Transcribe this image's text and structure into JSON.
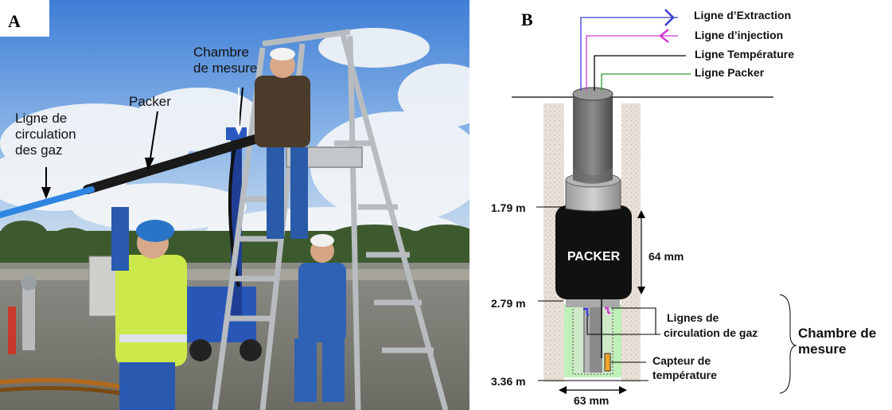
{
  "panel_a": {
    "letter": "A",
    "labels": {
      "chamber_line1": "Chambre",
      "chamber_line2": "de mesure",
      "packer": "Packer",
      "gas_line1": "Ligne de",
      "gas_line2": "circulation",
      "gas_line3": "des gaz"
    }
  },
  "panel_b": {
    "letter": "B",
    "lines": {
      "extraction": "Ligne d’Extraction",
      "injection": "Ligne d’injection",
      "temperature": "Ligne Température",
      "packer": "Ligne Packer"
    },
    "packer_text": "PACKER",
    "depth_top": "1.79 m",
    "depth_mid": "2.79 m",
    "depth_bottom": "3.36 m",
    "packer_length": "64 mm",
    "diameter": "63 mm",
    "gas_lines_1": "Lignes de",
    "gas_lines_2": "circulation de gaz",
    "sensor_1": "Capteur de",
    "sensor_2": "température",
    "chamber_1": "Chambre de",
    "chamber_2": "mesure",
    "colors": {
      "extraction": "#3b3bd6",
      "injection": "#d43ad4",
      "temperature": "#000000",
      "packer": "#2e9e3a",
      "chamber_fill": "#bff0b8",
      "wall": "#e6dcd2"
    }
  }
}
